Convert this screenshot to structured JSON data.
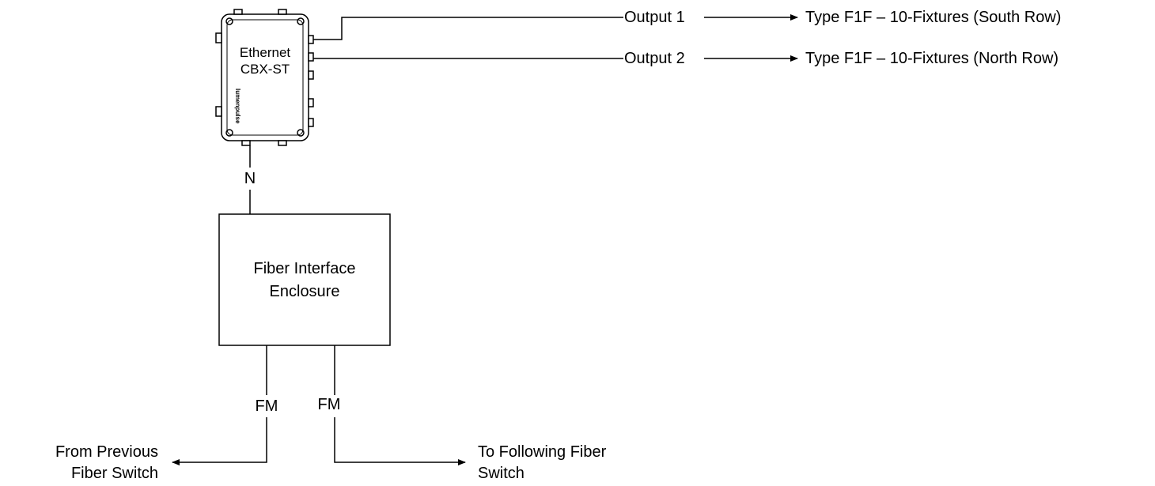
{
  "controller": {
    "line1": "Ethernet",
    "line2": "CBX-ST",
    "brand": "lumenpulse"
  },
  "outputs": [
    {
      "label": "Output 1",
      "target": "Type F1F – 10-Fixtures (South Row)"
    },
    {
      "label": "Output 2",
      "target": "Type F1F – 10-Fixtures (North Row)"
    }
  ],
  "link_controller_to_fiber": "N",
  "fiber_enclosure": {
    "line1": "Fiber Interface",
    "line2": "Enclosure"
  },
  "fiber_links": {
    "left_label": "FM",
    "right_label": "FM"
  },
  "endpoints": {
    "from_previous_line1": "From Previous",
    "from_previous_line2": "Fiber Switch",
    "to_following_line1": "To Following Fiber",
    "to_following_line2": "Switch"
  },
  "colors": {
    "stroke": "#000000",
    "background": "#ffffff"
  }
}
